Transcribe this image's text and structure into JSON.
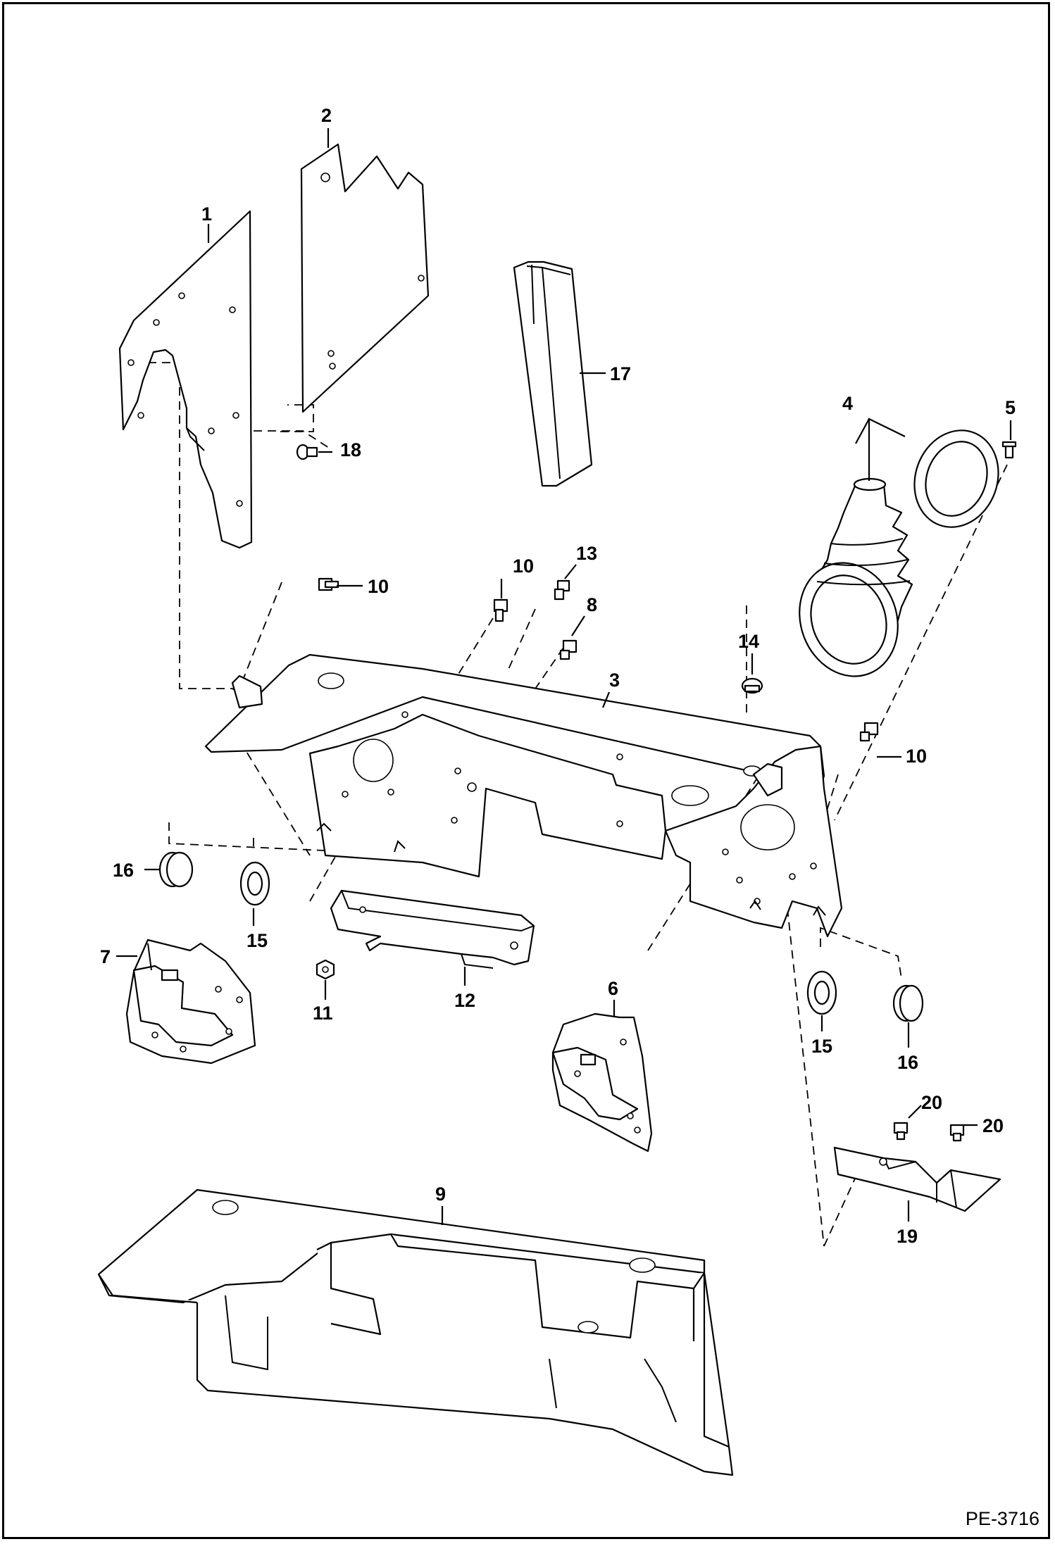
{
  "drawing": {
    "reference_code": "PE-3716"
  },
  "callouts": {
    "c1": "1",
    "c2": "2",
    "c3": "3",
    "c4": "4",
    "c5": "5",
    "c6": "6",
    "c7": "7",
    "c8": "8",
    "c9": "9",
    "c10a": "10",
    "c10b": "10",
    "c10c": "10",
    "c11": "11",
    "c12": "12",
    "c13": "13",
    "c14": "14",
    "c15a": "15",
    "c15b": "15",
    "c16a": "16",
    "c16b": "16",
    "c17": "17",
    "c18": "18",
    "c19": "19",
    "c20a": "20",
    "c20b": "20"
  }
}
